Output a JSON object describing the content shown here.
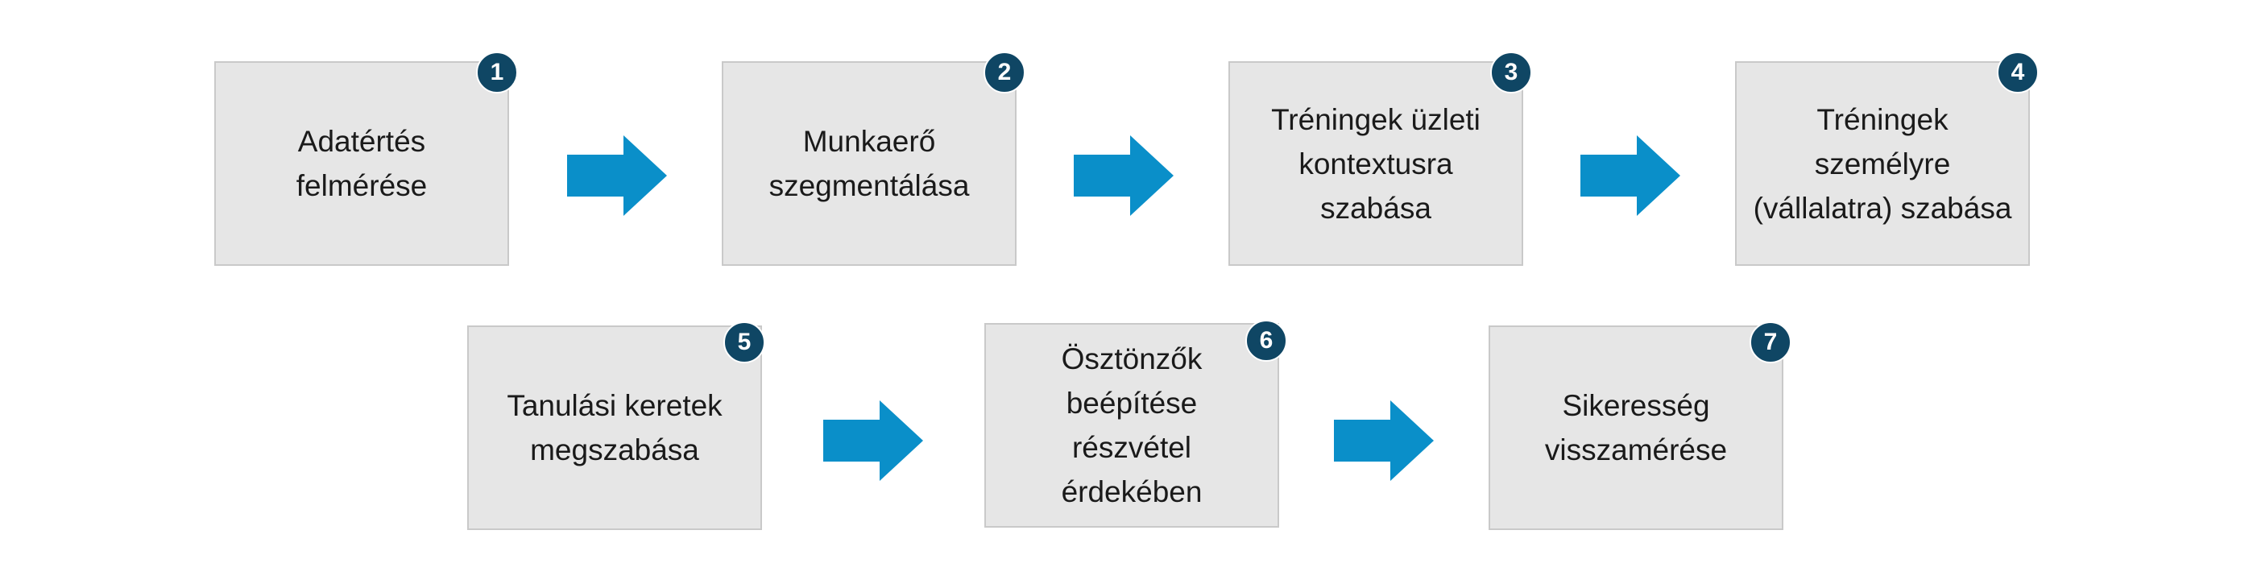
{
  "colors": {
    "box_fill": "#e6e6e6",
    "box_border": "#c9c9c9",
    "badge_fill": "#0f4664",
    "arrow_fill": "#0a8fc9",
    "text": "#1a1a1a"
  },
  "steps": [
    {
      "number": "1",
      "label": "Adatértés\nfelmérése"
    },
    {
      "number": "2",
      "label": "Munkaerő\nszegmentálása"
    },
    {
      "number": "3",
      "label": "Tréningek üzleti\nkontextusra szabása"
    },
    {
      "number": "4",
      "label": "Tréningek személyre\n(vállalatra) szabása"
    },
    {
      "number": "5",
      "label": "Tanulási keretek\nmegszabása"
    },
    {
      "number": "6",
      "label": "Ösztönzők beépítése\nrészvétel érdekében"
    },
    {
      "number": "7",
      "label": "Sikeresség\nvisszamérése"
    }
  ],
  "connectors": [
    {
      "from": "1",
      "to": "2"
    },
    {
      "from": "2",
      "to": "3"
    },
    {
      "from": "3",
      "to": "4"
    },
    {
      "from": "5",
      "to": "6"
    },
    {
      "from": "6",
      "to": "7"
    }
  ]
}
